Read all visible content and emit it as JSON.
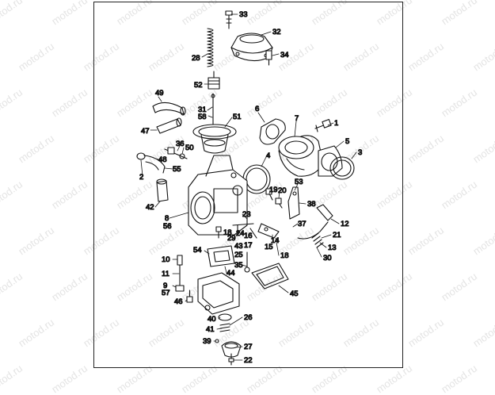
{
  "watermark": "motod.ru",
  "callouts": [
    "33",
    "32",
    "34",
    "28",
    "52",
    "31",
    "58",
    "51",
    "6",
    "7",
    "1",
    "5",
    "3",
    "49",
    "47",
    "36",
    "50",
    "48",
    "55",
    "4",
    "2",
    "42",
    "19",
    "20",
    "53",
    "38",
    "8",
    "56",
    "23",
    "18",
    "24",
    "29",
    "16",
    "17",
    "12",
    "21",
    "37",
    "14",
    "15",
    "43",
    "25",
    "13",
    "30",
    "18",
    "54",
    "10",
    "11",
    "35",
    "44",
    "9",
    "57",
    "45",
    "46",
    "40",
    "26",
    "41",
    "39",
    "27",
    "22"
  ]
}
